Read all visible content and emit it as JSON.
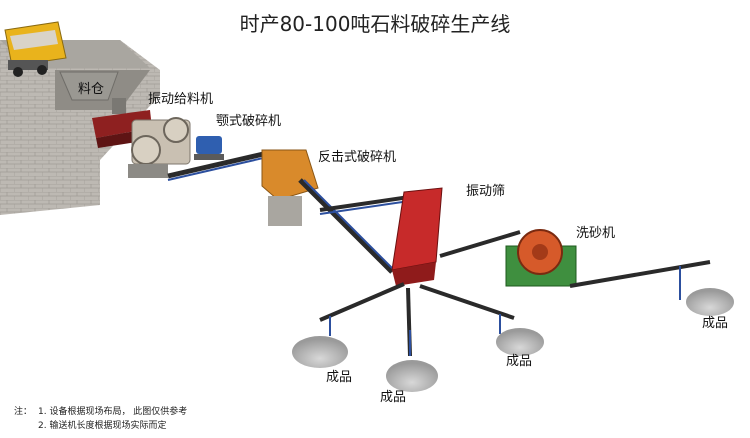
{
  "title": "时产80-100吨石料破碎生产线",
  "labels": {
    "silo": "料仓",
    "vibrating_feeder": "振动给料机",
    "jaw_crusher": "颚式破碎机",
    "impact_crusher": "反击式破碎机",
    "vibrating_screen": "振动筛",
    "sand_washer": "洗砂机",
    "product": "成品"
  },
  "notes": {
    "prefix": "注：",
    "line1": "1. 设备根据现场布局， 此图仅供参考",
    "line2": "2. 输送机长度根据现场实际而定"
  },
  "colors": {
    "wall": "#b8b4ae",
    "platform": "#9e9c98",
    "feeder": "#8e2020",
    "jaw_crusher": "#c9c0b2",
    "motor": "#2f5fb0",
    "impact_crusher": "#d98a2b",
    "screen": "#c72a2a",
    "washer": "#d65a2a",
    "washer_tank": "#3f8f3f",
    "conveyor_frame": "#2c4f9e",
    "belt": "#2a2a2a",
    "stockpile": "#b8b8b8",
    "truck": "#e9b31c"
  }
}
